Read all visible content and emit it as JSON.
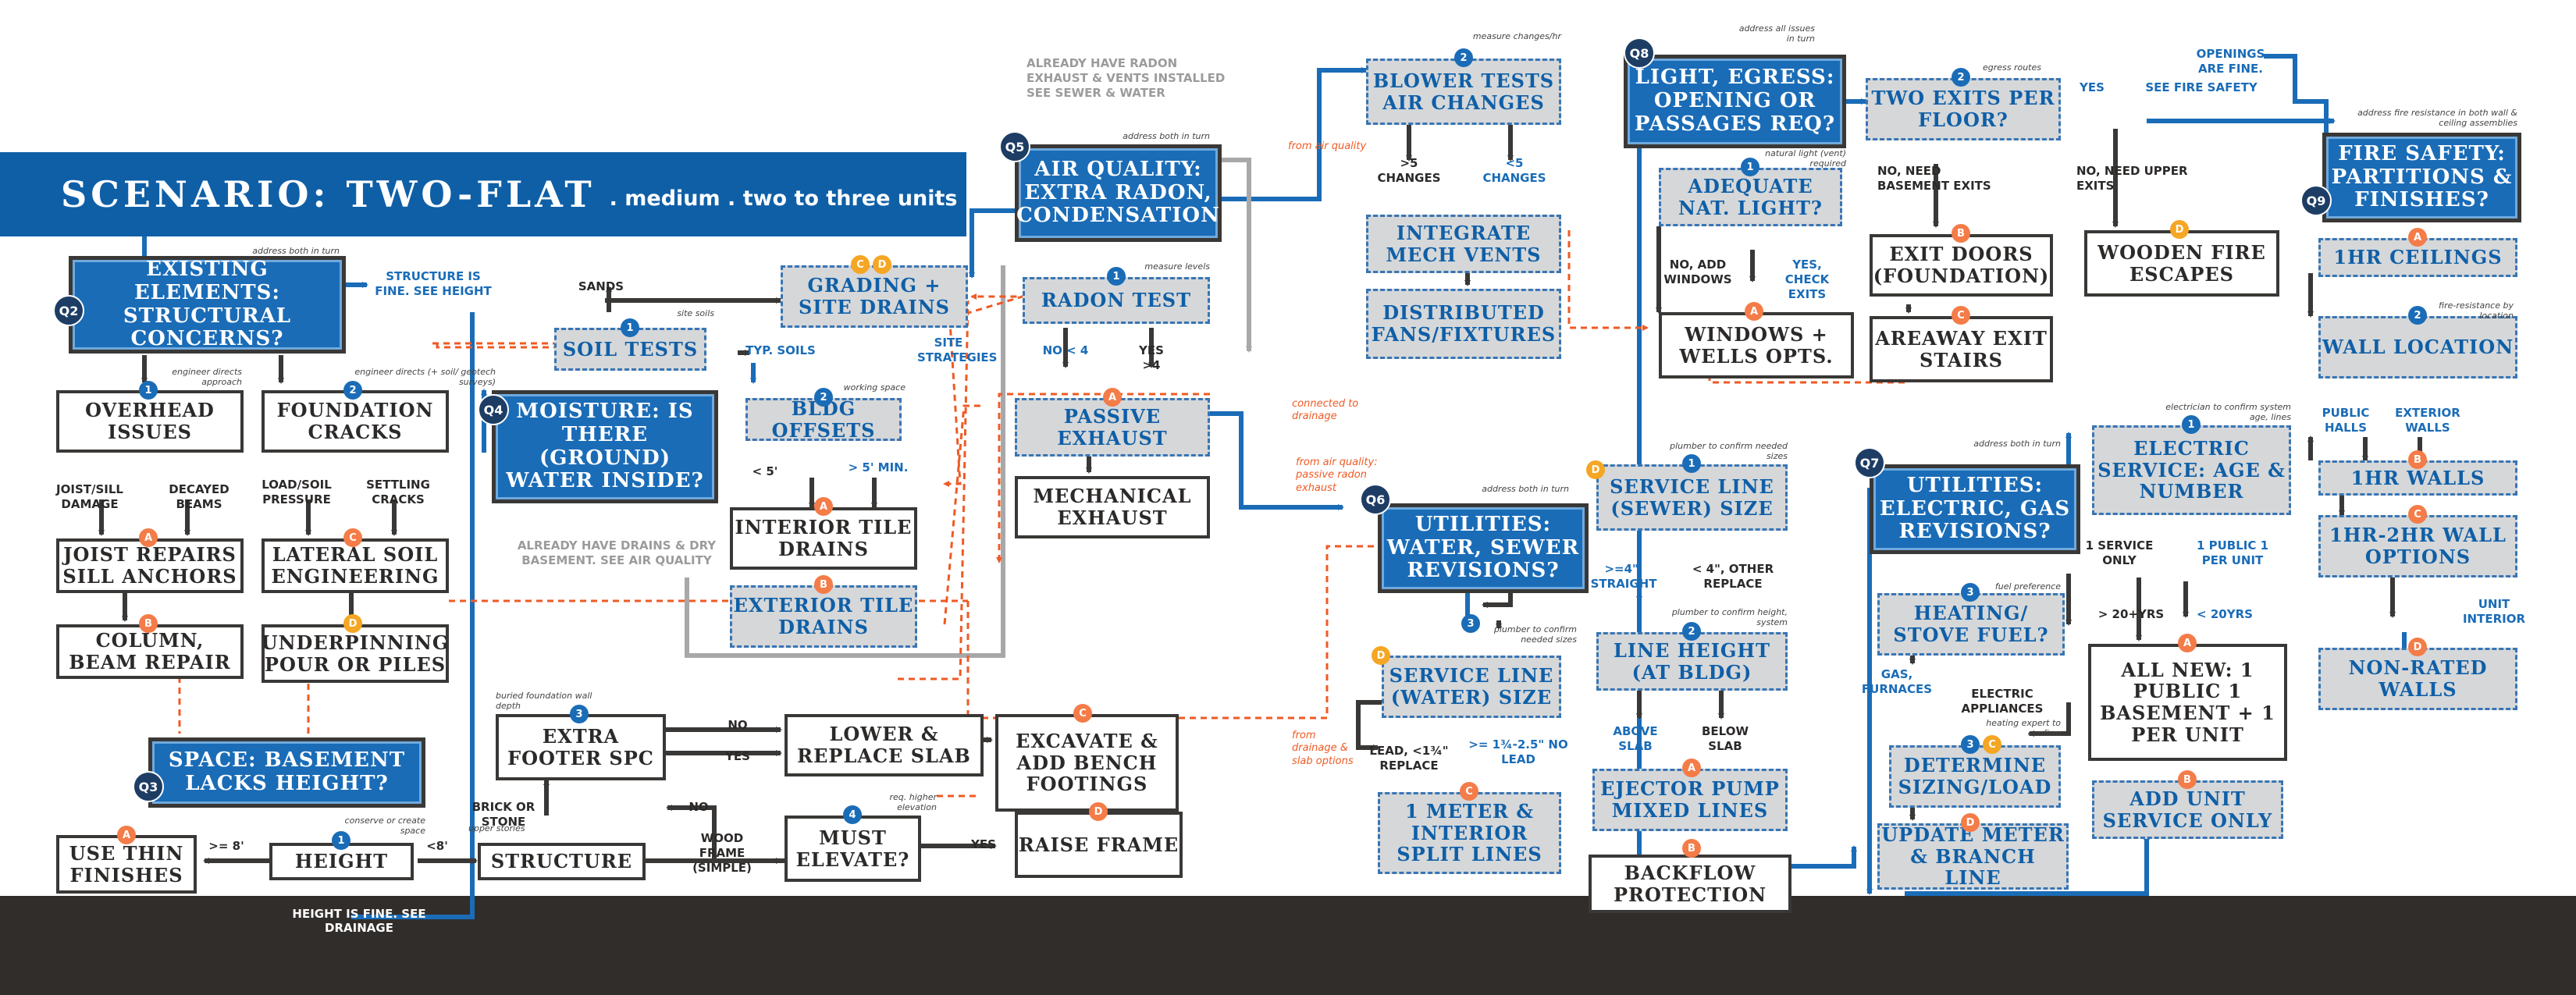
{
  "title": {
    "main": "SCENARIO: TWO-FLAT",
    "sub": ". medium . two to three units"
  },
  "colors": {
    "primary_blue": "#1a6cb7",
    "banner_blue": "#0f5fa7",
    "grey_box": "#d5d7d9",
    "orange": "#ef5a24",
    "yellow": "#f5a623",
    "dark": "#312d2b"
  },
  "questions": {
    "q2": {
      "id": "Q2",
      "title": "EXISTING ELEMENTS: STRUCTURAL CONCERNS?"
    },
    "q3": {
      "id": "Q3",
      "title": "SPACE: BASEMENT LACKS HEIGHT?"
    },
    "q4": {
      "id": "Q4",
      "title": "MOISTURE: IS THERE (GROUND) WATER INSIDE?"
    },
    "q5": {
      "id": "Q5",
      "title": "AIR QUALITY: EXTRA RADON, CONDENSATION"
    },
    "q6": {
      "id": "Q6",
      "title": "UTILITIES: WATER, SEWER REVISIONS?"
    },
    "q7": {
      "id": "Q7",
      "title": "UTILITIES: ELECTRIC, GAS REVISIONS?"
    },
    "q8": {
      "id": "Q8",
      "title": "LIGHT, EGRESS: OPENING OR PASSAGES REQ?"
    },
    "q9": {
      "id": "Q9",
      "title": "FIRE SAFETY: PARTITIONS & FINISHES?"
    }
  },
  "boxes": {
    "overhead": "OVERHEAD ISSUES",
    "found_cracks": "FOUNDATION CRACKS",
    "joist_repairs": "JOIST REPAIRS SILL ANCHORS",
    "lateral_soil": "LATERAL SOIL ENGINEERING",
    "column_beam": "COLUMN, BEAM REPAIR",
    "underpinning": "UNDERPINNING POUR OR PILES",
    "thin_finishes": "USE THIN FINISHES",
    "height": "HEIGHT",
    "structure": "STRUCTURE",
    "extra_footer": "EXTRA FOOTER SPC",
    "lower_slab": "LOWER & REPLACE SLAB",
    "excavate": "EXCAVATE & ADD BENCH FOOTINGS",
    "must_elevate": "MUST ELEVATE?",
    "raise_frame": "RAISE FRAME",
    "soil_tests": "SOIL TESTS",
    "grading": "GRADING + SITE DRAINS",
    "bldg_offsets": "BLDG OFFSETS",
    "interior_tile": "INTERIOR TILE DRAINS",
    "exterior_tile": "EXTERIOR TILE DRAINS",
    "radon_test": "RADON TEST",
    "passive_exhaust": "PASSIVE EXHAUST",
    "mech_exhaust": "MECHANICAL EXHAUST",
    "blower": "BLOWER TESTS AIR CHANGES",
    "integrate": "INTEGRATE MECH VENTS",
    "distributed": "DISTRIBUTED FANS/FIXTURES",
    "service_sewer": "SERVICE LINE (SEWER) SIZE",
    "line_height": "LINE HEIGHT (AT BLDG)",
    "ejector": "EJECTOR PUMP MIXED LINES",
    "backflow": "BACKFLOW PROTECTION",
    "service_water": "SERVICE LINE (WATER) SIZE",
    "one_meter": "1 METER & INTERIOR SPLIT LINES",
    "electric_service": "ELECTRIC SERVICE: AGE & NUMBER",
    "heating": "HEATING/ STOVE FUEL?",
    "determine": "DETERMINE SIZING/LOAD",
    "update_meter": "UPDATE METER & BRANCH LINE",
    "all_new": "ALL NEW: 1 PUBLIC 1 BASEMENT + 1 PER UNIT",
    "add_unit": "ADD UNIT SERVICE ONLY",
    "adequate": "ADEQUATE NAT. LIGHT?",
    "windows": "WINDOWS + WELLS OPTS.",
    "two_exits": "TWO EXITS PER FLOOR?",
    "exit_doors": "EXIT DOORS (FOUNDATION)",
    "areaway": "AREAWAY EXIT STAIRS",
    "wooden": "WOODEN FIRE ESCAPES",
    "hr_ceilings": "1HR CEILINGS",
    "wall_location": "WALL LOCATION",
    "hr_walls": "1HR WALLS",
    "hr_options": "1HR-2HR WALL OPTIONS",
    "non_rated": "NON-RATED WALLS"
  },
  "labels": {
    "structure_fine": "STRUCTURE IS FINE. SEE HEIGHT",
    "joist_sill": "JOIST/SILL DAMAGE",
    "decayed": "DECAYED BEAMS",
    "load_soil": "LOAD/SOIL PRESSURE",
    "settling": "SETTLING CRACKS",
    "gte8": ">= 8'",
    "lt8": "<8'",
    "height_fine": "HEIGHT IS FINE. SEE DRAINAGE",
    "brick_stone": "BRICK OR STONE",
    "wood_frame": "WOOD FRAME (SIMPLE)",
    "no_a": "NO",
    "yes_a": "YES",
    "no_b": "NO",
    "yes_b": "YES",
    "sands": "SANDS",
    "typ_soils": "TYP. SOILS",
    "lt5": "< 5'",
    "gt5": "> 5' MIN.",
    "site_strategies": "SITE STRATEGIES",
    "already_drains": "ALREADY HAVE DRAINS & DRY BASEMENT. SEE AIR QUALITY",
    "already_radon": "ALREADY HAVE RADON EXHAUST & VENTS INSTALLED SEE SEWER & WATER",
    "no_lt4": "NO < 4",
    "yes_gt4": "YES >4",
    "gt5_changes": ">5 CHANGES",
    "lt5_changes": "<5 CHANGES",
    "gte4_straight": ">=4\", STRAIGHT",
    "lt4_other": "< 4\", OTHER REPLACE",
    "above_slab": "ABOVE SLAB",
    "below_slab": "BELOW SLAB",
    "lead_replace": "LEAD, <1¾\" REPLACE",
    "gte_noled": ">= 1¾-2.5\" NO LEAD",
    "one_service": "1 SERVICE ONLY",
    "one_public": "1 PUBLIC 1 PER UNIT",
    "gt20": "> 20+YRS",
    "lt20": "< 20YRS",
    "gas_furnaces": "GAS, FURNACES",
    "electric_appl": "ELECTRIC APPLIANCES",
    "no_add_windows": "NO, ADD WINDOWS",
    "yes_check_exits": "YES, CHECK EXITS",
    "no_basement_exits": "NO, NEED BASEMENT EXITS",
    "yes_egress": "YES",
    "see_fire": "SEE FIRE SAFETY",
    "no_upper_exits": "NO, NEED UPPER EXITS",
    "openings_fine": "OPENINGS ARE FINE.",
    "public_halls": "PUBLIC HALLS",
    "exterior_walls": "EXTERIOR WALLS",
    "unit_interior": "UNIT INTERIOR",
    "from_air_quality": "from air quality",
    "from_air_quality_2": "from air quality: passive radon exhaust",
    "connected_drainage": "connected to drainage",
    "from_drainage": "from drainage & slab options"
  },
  "notes": {
    "n_q2": "address both in turn",
    "n_overhead": "engineer directs approach",
    "n_found": "engineer directs (+ soil/ geotech surveys)",
    "n_height": "conserve or create space",
    "n_structure": "upper stories",
    "n_footer": "buried foundation wall depth",
    "n_elevate": "req. higher elevation",
    "n_soil": "site soils",
    "n_offsets": "working space",
    "n_q5": "address both in turn",
    "n_radon": "measure levels",
    "n_blower": "measure changes/hr",
    "n_q6": "address both in turn",
    "n_sewer": "plumber to confirm needed sizes",
    "n_lineheight": "plumber to confirm height, system",
    "n_water": "plumber to confirm needed sizes",
    "n_q7": "address both in turn",
    "n_electric": "electrician to confirm system age, lines",
    "n_fuel": "fuel preference",
    "n_heating_expert": "heating expert to confirm",
    "n_q8": "address all issues in turn",
    "n_natlight": "natural light (vent) required",
    "n_egress": "egress routes",
    "n_q9": "address fire resistance in both wall & ceiling assemblies",
    "n_fireres": "fire-resistance by location"
  },
  "badges": {
    "one": "1",
    "two": "2",
    "three": "3",
    "four": "4",
    "a": "A",
    "b": "B",
    "c": "C",
    "d": "D"
  }
}
